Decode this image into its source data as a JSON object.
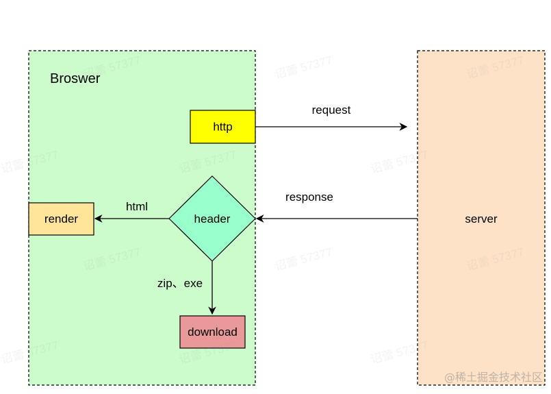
{
  "colors": {
    "browser_fill": "#ccfccc",
    "server_fill": "#fde2c8",
    "http_fill": "#ffff00",
    "header_fill": "#99ffcc",
    "render_fill": "#ffe599",
    "download_fill": "#ea9999",
    "stroke": "#000000"
  },
  "diagram": {
    "browser_label": "Broswer",
    "server_label": "server",
    "nodes": {
      "http": "http",
      "header": "header",
      "render": "render",
      "download": "download"
    },
    "edges": {
      "request": "request",
      "response": "response",
      "html": "html",
      "zip_exe": "zip、exe"
    }
  },
  "watermark": {
    "text": "诏蕾 57377",
    "credit": "@稀土掘金技术社区"
  }
}
